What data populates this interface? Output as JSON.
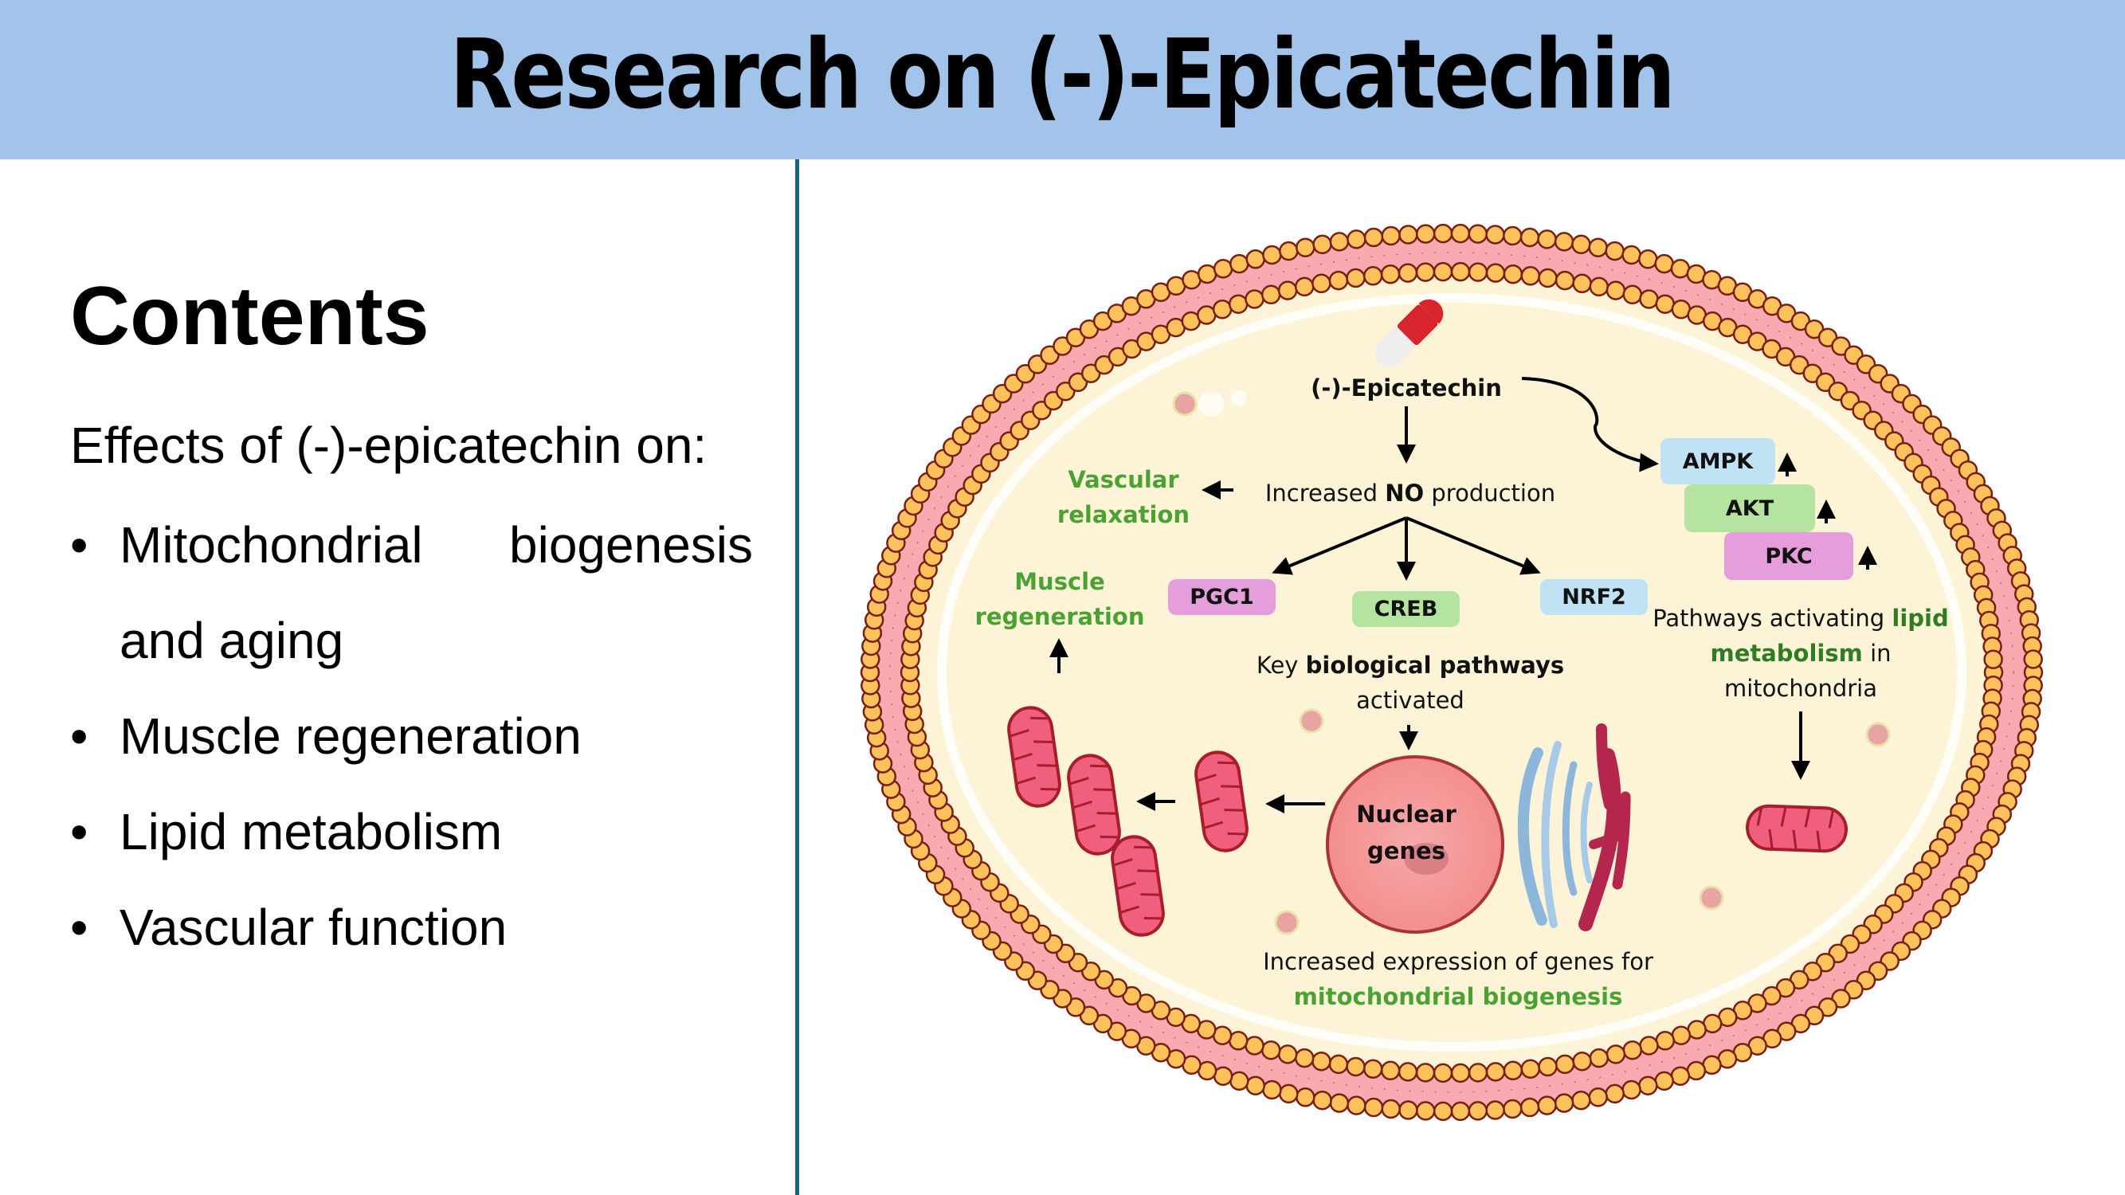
{
  "header": {
    "title": "Research on (-)-Epicatechin"
  },
  "left_panel": {
    "heading": "Contents",
    "intro": "Effects of (-)-epicatechin on:",
    "bullets": [
      {
        "line1_a": "Mitochondrial",
        "line1_b": "biogenesis",
        "line2": "and aging"
      },
      {
        "text": "Muscle regeneration"
      },
      {
        "text": "Lipid metabolism"
      },
      {
        "text": "Vascular function"
      }
    ],
    "bullet_symbol": "•"
  },
  "diagram": {
    "drug_label": "(-)-Epicatechin",
    "no_production": {
      "pre": "Increased ",
      "bold": "NO",
      "post": " production"
    },
    "vascular": {
      "line1": "Vascular",
      "line2": "relaxation"
    },
    "muscle": {
      "line1": "Muscle",
      "line2": "regeneration"
    },
    "nuclear_boxes": [
      {
        "label": "PGC1",
        "color": "#e59edb"
      },
      {
        "label": "CREB",
        "color": "#b4e4a0"
      },
      {
        "label": "NRF2",
        "color": "#bfe2f5"
      }
    ],
    "key_pathways": {
      "pre": "Key ",
      "bold": "biological pathways",
      "line2": "activated"
    },
    "nucleus": {
      "line1": "Nuclear",
      "line2": "genes"
    },
    "gene_expression": {
      "line1": "Increased expression of genes for",
      "line2": "mitochondrial biogenesis"
    },
    "lipid_boxes": [
      {
        "label": "AMPK",
        "color": "#bfe2f5"
      },
      {
        "label": "AKT",
        "color": "#b4e4a0"
      },
      {
        "label": "PKC",
        "color": "#e59edb"
      }
    ],
    "lipid_text": {
      "pre": "Pathways activating ",
      "green1": "lipid",
      "green2": "metabolism",
      "post": " in",
      "line3": "mitochondria"
    },
    "up_arrow": "↑"
  },
  "colors": {
    "header_bg": "#a3c4ea",
    "divider": "#1a6483",
    "cytoplasm": "#fdf4d8",
    "membrane_pink": "#f8aab0",
    "lipid_head": "#fbc15a",
    "lipid_outline": "#7a1e14",
    "mito_fill": "#f0607e",
    "green_text": "#4aa232"
  }
}
